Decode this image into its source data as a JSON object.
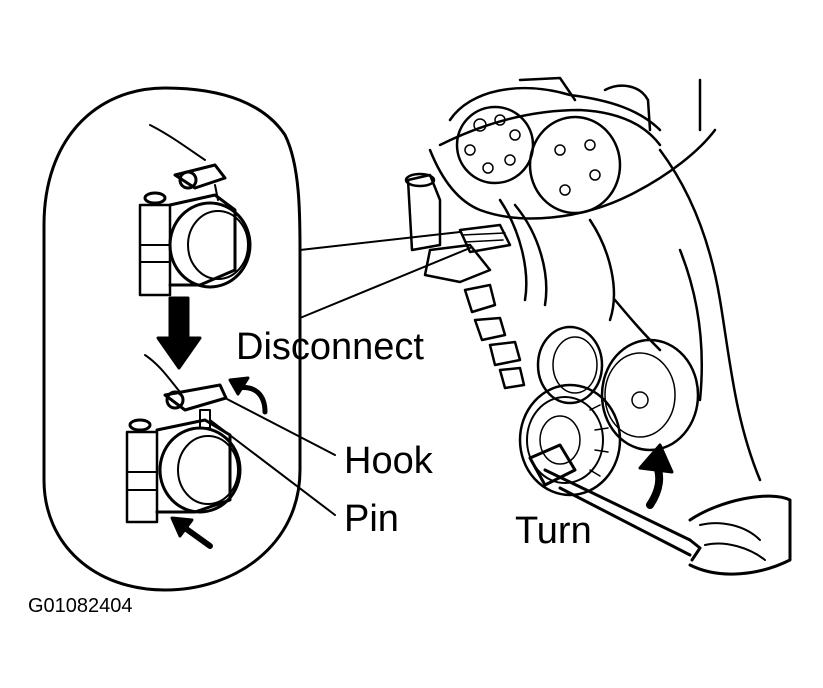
{
  "labels": {
    "disconnect": "Disconnect",
    "hook": "Hook",
    "pin": "Pin",
    "turn": "Turn"
  },
  "figure_code": "G01082404",
  "icons": {
    "down_arrow": "thick-down-arrow-icon",
    "curved_arrow": "curved-rotation-arrow-icon",
    "diagonal_arrow": "diagonal-up-left-arrow-icon",
    "turn_arrow": "curved-up-arrow-icon"
  },
  "colors": {
    "ink": "#000000",
    "paper": "#ffffff"
  }
}
